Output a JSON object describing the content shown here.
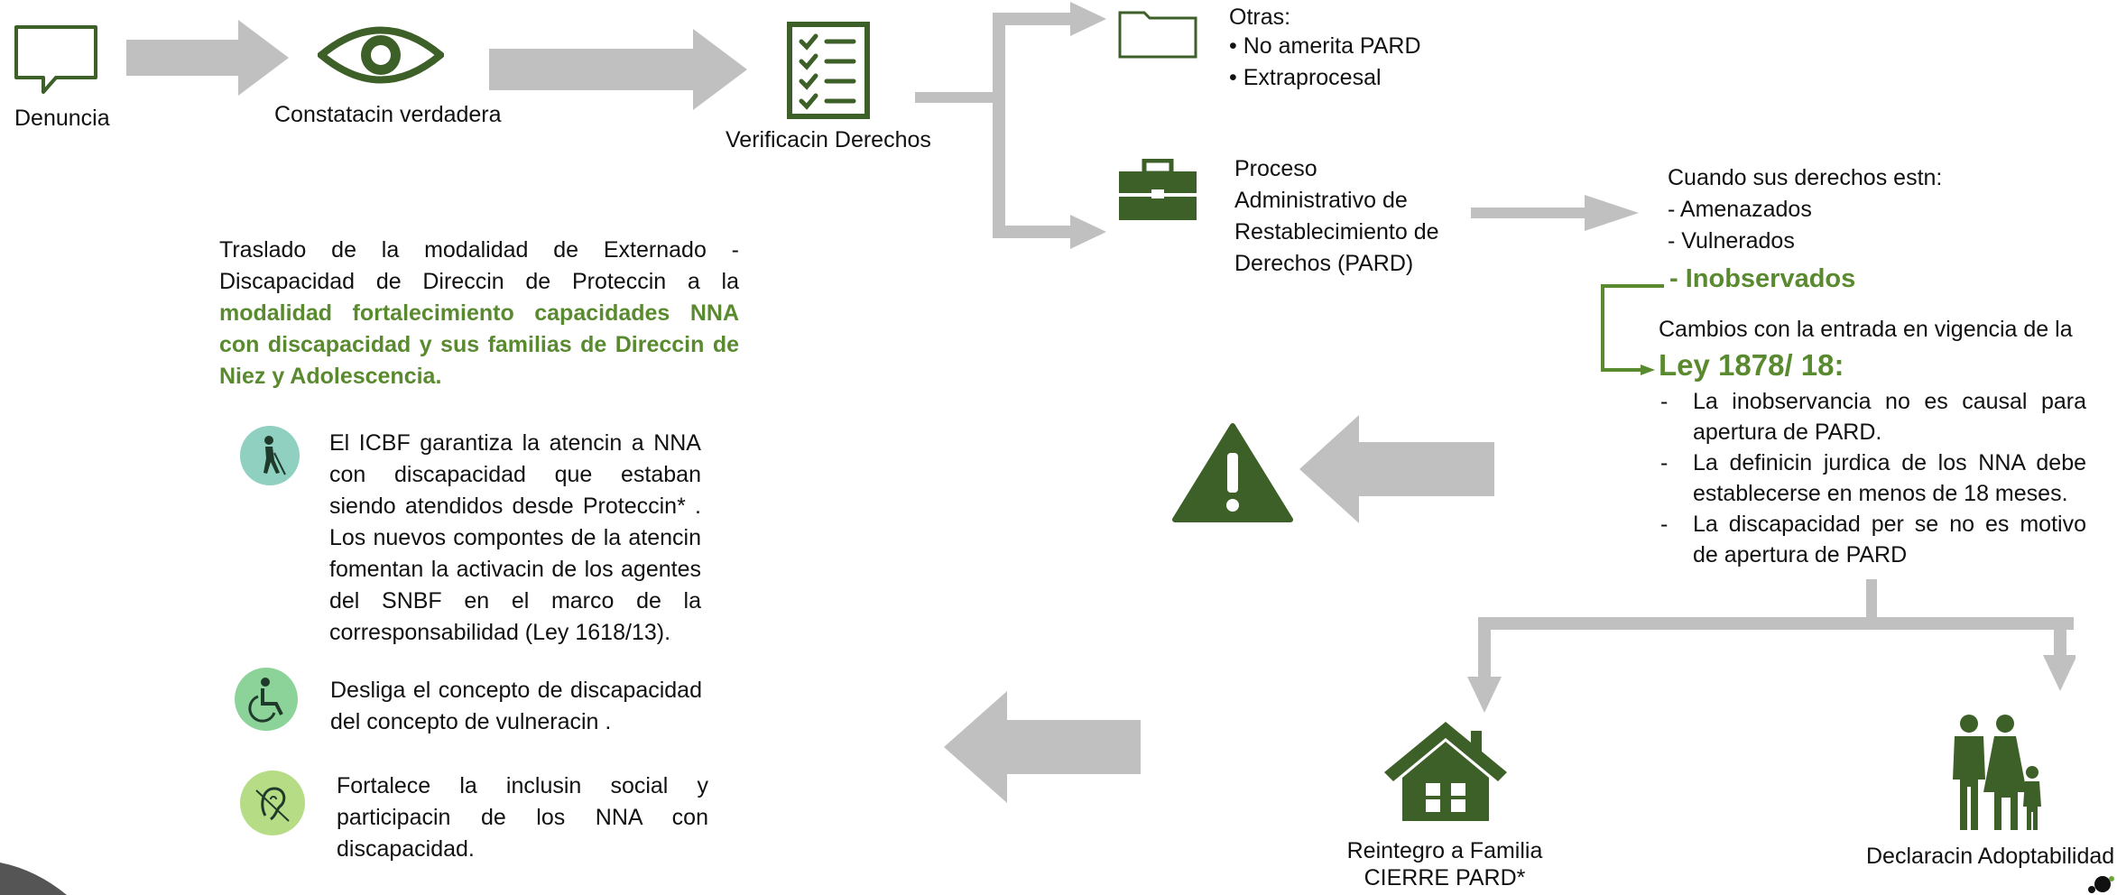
{
  "colors": {
    "dark_green": "#3d5f28",
    "accent_green": "#5a8a2f",
    "arrow_gray": "#c0c0c0",
    "badge_teal": "#8fd0c0",
    "badge_green": "#8cd39a",
    "badge_lime": "#b7dc86"
  },
  "steps": {
    "denuncia": "Denuncia",
    "constatacion": "Constatacin verdadera",
    "verificacion": "Verificacin Derechos"
  },
  "otras": {
    "title": "Otras:",
    "items": [
      "No amerita PARD",
      "Extraprocesal"
    ]
  },
  "pard": {
    "lines": [
      "Proceso",
      "Administrativo de",
      "Restablecimiento de",
      "Derechos (PARD)"
    ]
  },
  "derechos": {
    "intro": "Cuando sus derechos estn:",
    "items": [
      "- Amenazados",
      "- Vulnerados"
    ],
    "highlight": "- Inobservados"
  },
  "ley": {
    "intro": "Cambios con la entrada en vigencia de la",
    "title": "Ley 1878/ 18:",
    "items": [
      "La inobservancia no es causal para apertura de PARD.",
      "La definicin jurdica de los NNA debe establecerse en menos de 18 meses.",
      "La discapacidad per se no es motivo de apertura de PARD"
    ]
  },
  "traslado": {
    "plain": "Traslado de la modalidad de Externado - Discapacidad de Direccin de Proteccin a la",
    "highlight": "modalidad fortalecimiento capacidades NNA con discapacidad y sus familias de Direccin de Niez y Adolescencia."
  },
  "points": [
    {
      "icon": "blind-person-icon",
      "text": "El ICBF garantiza la atencin a NNA con discapacidad que estaban siendo atendidos desde Proteccin* . Los nuevos compontes de la atencin fomentan la activacin de los agentes del SNBF en el marco de la corresponsabilidad (Ley 1618/13)."
    },
    {
      "icon": "wheelchair-icon",
      "text": "Desliga el concepto de discapacidad del concepto de vulneracin ."
    },
    {
      "icon": "hearing-icon",
      "text": "Fortalece la inclusin social y participacin de los NNA con discapacidad."
    }
  ],
  "outcomes": {
    "reintegro": [
      "Reintegro a Familia",
      "CIERRE PARD*"
    ],
    "adoptabilidad": "Declaracin Adoptabilidad"
  }
}
